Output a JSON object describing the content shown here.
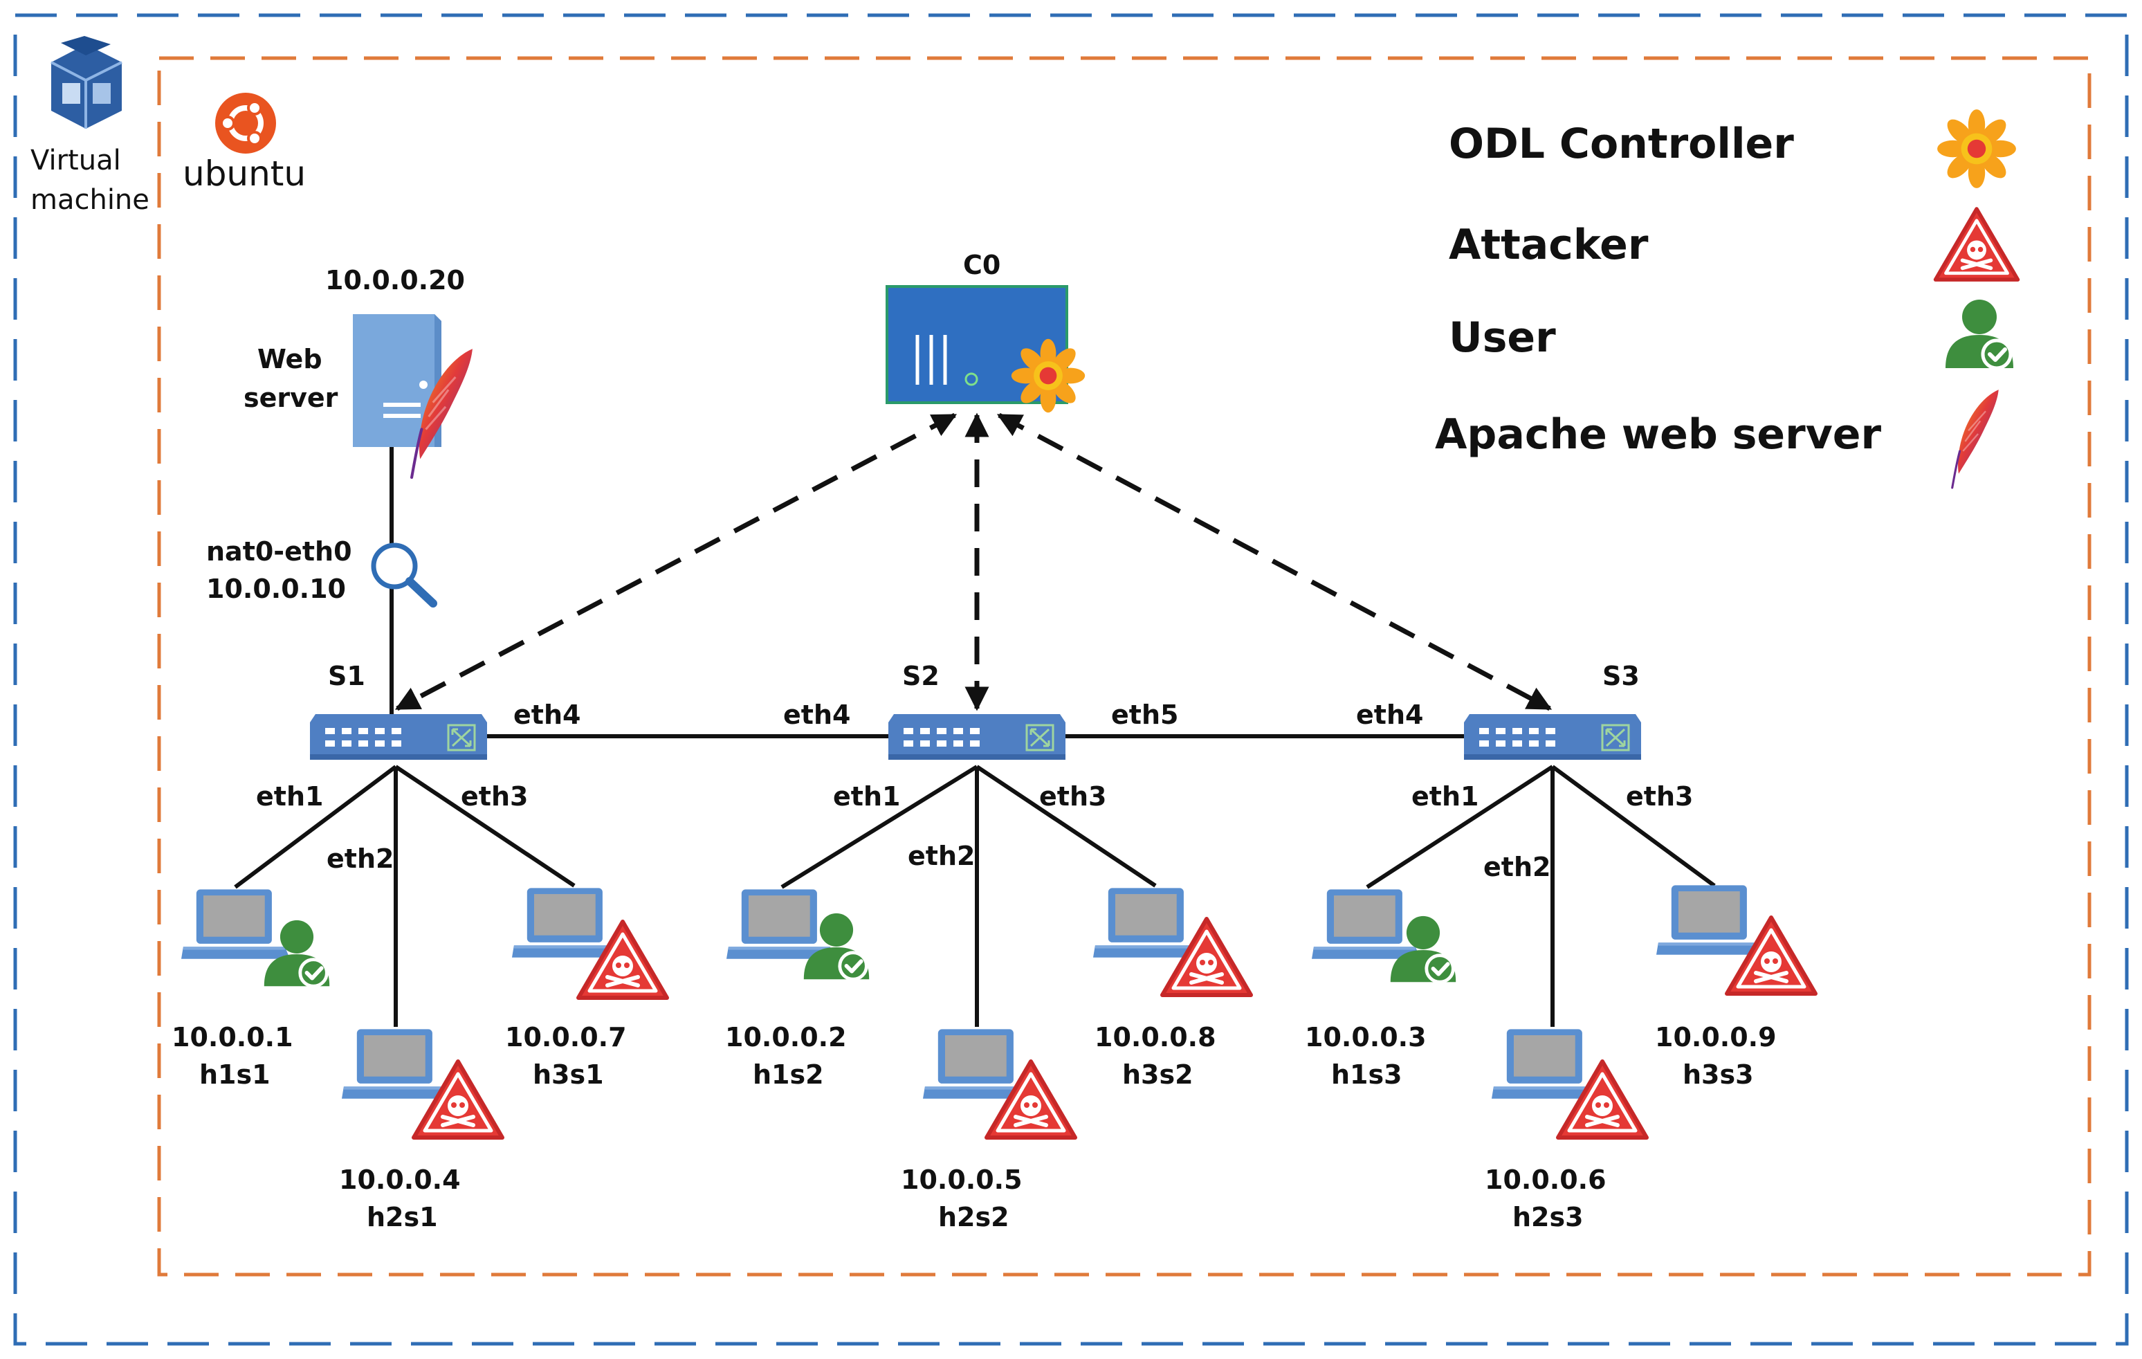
{
  "frames": {
    "vm_label_line1": "Virtual",
    "vm_label_line2": "machine",
    "ubuntu_label": "ubuntu"
  },
  "legend": {
    "controller": "ODL Controller",
    "attacker": "Attacker",
    "user": "User",
    "apache": "Apache web server"
  },
  "controller": {
    "label": "C0"
  },
  "web_server": {
    "ip": "10.0.0.20",
    "label_line1": "Web",
    "label_line2": "server",
    "iface": "nat0-eth0",
    "iface_ip": "10.0.0.10"
  },
  "switches": [
    {
      "label": "S1",
      "east_port": "eth4"
    },
    {
      "label": "S2",
      "west_port": "eth4",
      "east_port": "eth5"
    },
    {
      "label": "S3",
      "west_port": "eth4"
    }
  ],
  "port_labels": {
    "s1_eth1": "eth1",
    "s1_eth2": "eth2",
    "s1_eth3": "eth3",
    "s2_eth1": "eth1",
    "s2_eth2": "eth2",
    "s2_eth3": "eth3",
    "s3_eth1": "eth1",
    "s3_eth2": "eth2",
    "s3_eth3": "eth3"
  },
  "hosts": [
    {
      "ip": "10.0.0.1",
      "name": "h1s1",
      "role": "user"
    },
    {
      "ip": "10.0.0.4",
      "name": "h2s1",
      "role": "attacker"
    },
    {
      "ip": "10.0.0.7",
      "name": "h3s1",
      "role": "attacker"
    },
    {
      "ip": "10.0.0.2",
      "name": "h1s2",
      "role": "user"
    },
    {
      "ip": "10.0.0.5",
      "name": "h2s2",
      "role": "attacker"
    },
    {
      "ip": "10.0.0.8",
      "name": "h3s2",
      "role": "attacker"
    },
    {
      "ip": "10.0.0.3",
      "name": "h1s3",
      "role": "user"
    },
    {
      "ip": "10.0.0.6",
      "name": "h2s3",
      "role": "attacker"
    },
    {
      "ip": "10.0.0.9",
      "name": "h3s3",
      "role": "attacker"
    }
  ],
  "colors": {
    "vm_border": "#2f6db5",
    "ubuntu_border": "#e07a3a",
    "ubuntu_orange": "#e95420",
    "switch_blue": "#4f7fc3",
    "controller_blue": "#2f6fc1",
    "attacker_red": "#e53935",
    "user_green": "#3e8e3e",
    "laptop_blue": "#5a8fd0"
  }
}
